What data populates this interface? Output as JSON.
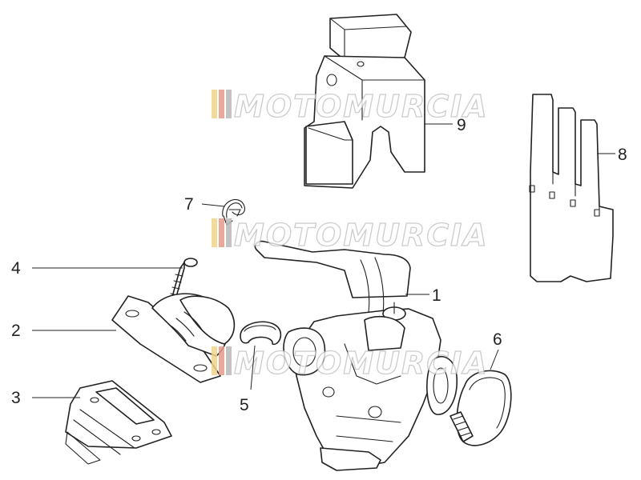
{
  "watermark": {
    "text": "MOTOMURCIA",
    "stripe_colors": [
      "#f2d48a",
      "#e79a8c",
      "#b9b9b9"
    ]
  },
  "callouts": [
    {
      "id": "1",
      "part": "carburetor"
    },
    {
      "id": "2",
      "part": "intake-manifold"
    },
    {
      "id": "3",
      "part": "reed-valve"
    },
    {
      "id": "4",
      "part": "screw"
    },
    {
      "id": "5",
      "part": "hose-clamp-small"
    },
    {
      "id": "6",
      "part": "hose-clamp-large"
    },
    {
      "id": "7",
      "part": "spring-clip"
    },
    {
      "id": "8",
      "part": "gasket"
    },
    {
      "id": "9",
      "part": "carburetor-cover"
    }
  ]
}
